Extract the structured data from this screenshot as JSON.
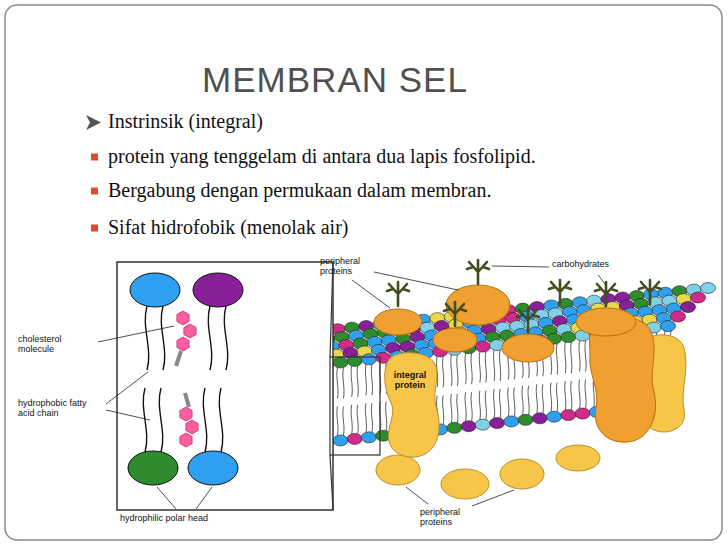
{
  "diagram": {
    "title": "MEMBRAN SEL",
    "nodes": [
      {
        "text": [
          "integral protein"
        ]
      }
    ],
    "labels": [
      "Instrinsik (integral)",
      "protein yang tenggelam di antara dua lapis fosfolipid.",
      "Bergabung dengan permukaan dalam membran.",
      "Sifat hidrofobik (menolak air)",
      "cholesterol molecule",
      "hydrophobic fatty acid chain",
      "hydrophilic polar head",
      "peripheral proteins",
      "carbohydrates",
      "peripheral proteins"
    ]
  }
}
